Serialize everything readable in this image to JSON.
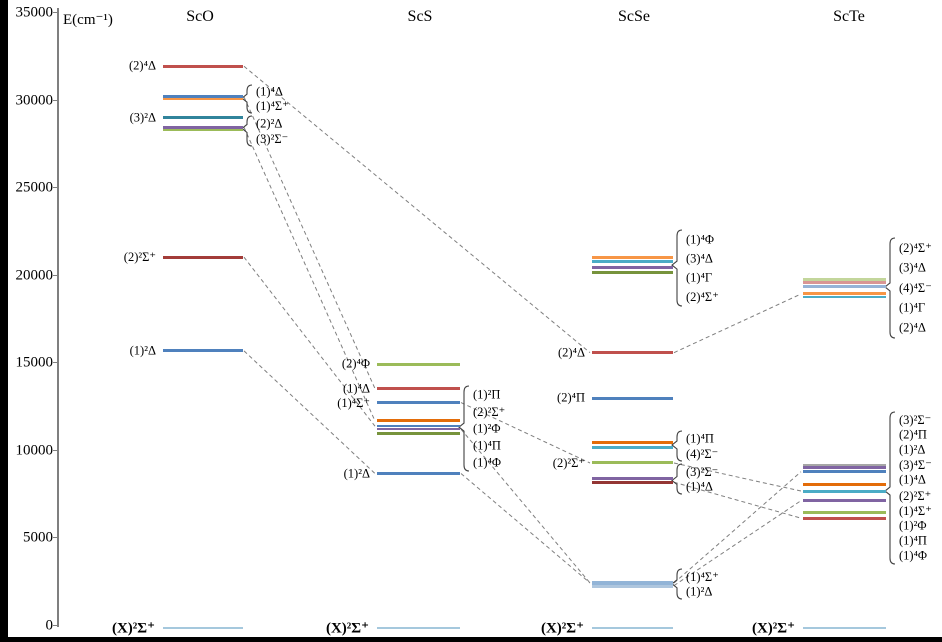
{
  "axis": {
    "ylabel": "E(cm⁻¹)",
    "ticks": [
      35000,
      30000,
      25000,
      20000,
      15000,
      10000,
      5000,
      0
    ]
  },
  "chart_data": {
    "type": "energy-level-diagram",
    "title": "",
    "ylabel": "E(cm-1)",
    "unit": "cm-1",
    "ylim": [
      0,
      35000
    ],
    "grid": false,
    "molecules": [
      "ScO",
      "ScS",
      "ScSe",
      "ScTe"
    ],
    "colors": {
      "red": "#C0504D",
      "blue": "#4F81BD",
      "orange_light": "#F79646",
      "orange_dark": "#E36C09",
      "teal": "#4BACC6",
      "teal_dark": "#31849B",
      "purple": "#8064A2",
      "green": "#9BBB59",
      "olive": "#77933C",
      "dark_red": "#A33C39",
      "light_blue": "#95B3D7",
      "light_green": "#C3D69B",
      "pink": "#D99694",
      "gray": "#A6A6A6",
      "ground_blue": "#A5C8DD"
    },
    "columns": [
      {
        "name": "ScO",
        "x1": 163,
        "x2": 243,
        "header_x": 200,
        "levels": [
          {
            "label": "(2)⁴Δ",
            "E": 31900,
            "color": "#C0504D",
            "side": "left"
          },
          {
            "label": "(1)⁴Δ",
            "E": 30150,
            "color": "#4F81BD",
            "side": "bracket"
          },
          {
            "label": "(1)⁴Σ⁺",
            "E": 30020,
            "color": "#F79646",
            "side": "bracket",
            "h": 2
          },
          {
            "label": "(3)²Δ",
            "E": 28950,
            "color": "#31849B",
            "side": "left"
          },
          {
            "label": "(2)²Δ",
            "E": 28420,
            "color": "#8064A2",
            "side": "bracket"
          },
          {
            "label": "(3)²Σ⁻",
            "E": 28270,
            "color": "#9BBB59",
            "side": "bracket",
            "h": 2
          },
          {
            "label": "(2)²Σ⁺",
            "E": 21000,
            "color": "#A33C39",
            "side": "left"
          },
          {
            "label": "(1)²Δ",
            "E": 15650,
            "color": "#4F81BD",
            "side": "left"
          }
        ],
        "brackets": [
          {
            "labels": [
              "(1)⁴Δ",
              "(1)⁴Σ⁺"
            ],
            "anchor_E": 30080,
            "y_top": 85,
            "line_h": 14
          },
          {
            "labels": [
              "(2)²Δ",
              "(3)²Σ⁻"
            ],
            "anchor_E": 28350,
            "y_top": 116,
            "line_h": 15
          }
        ],
        "ground": {
          "label": "(X)²Σ⁺",
          "E": 0,
          "color": "#A5C8DD"
        }
      },
      {
        "name": "ScS",
        "x1": 377,
        "x2": 460,
        "header_x": 420,
        "levels": [
          {
            "label": "(2)⁴Φ",
            "E": 14900,
            "color": "#9BBB59",
            "side": "left"
          },
          {
            "label": "(1)⁴Δ",
            "E": 13500,
            "color": "#C0504D",
            "side": "left"
          },
          {
            "label": "(1)⁴Σ⁺",
            "E": 12700,
            "color": "#4F81BD",
            "side": "left"
          },
          {
            "label": "",
            "E": 11650,
            "color": "#E36C09",
            "side": "bracket"
          },
          {
            "label": "",
            "E": 11350,
            "color": "#4F81BD",
            "side": "bracket",
            "h": 2
          },
          {
            "label": "",
            "E": 11180,
            "color": "#8064A2",
            "side": "bracket",
            "h": 2
          },
          {
            "label": "",
            "E": 10950,
            "color": "#77933C",
            "side": "bracket"
          },
          {
            "label": "(1)²Δ",
            "E": 8650,
            "color": "#4F81BD",
            "side": "left"
          }
        ],
        "brackets": [
          {
            "labels": [
              "(1)²Π",
              "(2)²Σ⁺",
              "(1)²Φ",
              "(1)⁴Π",
              "(1)⁴Φ"
            ],
            "anchor_E": 11300,
            "y_top": 386,
            "line_h": 17
          }
        ],
        "ground": {
          "label": "(X)²Σ⁺",
          "E": 0,
          "color": "#A5C8DD"
        }
      },
      {
        "name": "ScSe",
        "x1": 592,
        "x2": 673,
        "header_x": 634,
        "levels": [
          {
            "label": "",
            "E": 21000,
            "color": "#F79646",
            "side": "bracket"
          },
          {
            "label": "",
            "E": 20750,
            "color": "#4BACC6",
            "side": "bracket"
          },
          {
            "label": "",
            "E": 20400,
            "color": "#8064A2",
            "side": "bracket"
          },
          {
            "label": "",
            "E": 20150,
            "color": "#77933C",
            "side": "bracket"
          },
          {
            "label": "(2)⁴Δ",
            "E": 15550,
            "color": "#C0504D",
            "side": "left"
          },
          {
            "label": "(2)⁴Π",
            "E": 12950,
            "color": "#4F81BD",
            "side": "left"
          },
          {
            "label": "",
            "E": 10400,
            "color": "#E36C09",
            "side": "bracket"
          },
          {
            "label": "",
            "E": 10150,
            "color": "#4BACC6",
            "side": "bracket"
          },
          {
            "label": "(2)²Σ⁺",
            "E": 9250,
            "color": "#9BBB59",
            "side": "left"
          },
          {
            "label": "",
            "E": 8350,
            "color": "#8064A2",
            "side": "bracket"
          },
          {
            "label": "",
            "E": 8150,
            "color": "#943634",
            "side": "bracket"
          },
          {
            "label": "",
            "E": 2400,
            "color": "#92B4D7",
            "side": "bracket",
            "h": 4
          },
          {
            "label": "",
            "E": 2200,
            "color": "#AEC6DE",
            "side": "bracket"
          }
        ],
        "brackets": [
          {
            "labels": [
              "(1)⁴Φ",
              "(3)⁴Δ",
              "(1)⁴Γ",
              "(2)⁴Σ⁺"
            ],
            "anchor_E": 20550,
            "y_top": 230,
            "line_h": 19
          },
          {
            "labels": [
              "(1)⁴Π",
              "(4)²Σ⁻"
            ],
            "anchor_E": 10280,
            "y_top": 431,
            "line_h": 15
          },
          {
            "labels": [
              "(3)²Σ⁻",
              "(1)⁴Δ"
            ],
            "anchor_E": 8250,
            "y_top": 464,
            "line_h": 15
          },
          {
            "labels": [
              "(1)⁴Σ⁺",
              "(1)²Δ"
            ],
            "anchor_E": 2350,
            "y_top": 569,
            "line_h": 15
          }
        ],
        "ground": {
          "label": "(X)²Σ⁺",
          "E": 0,
          "color": "#A5C8DD"
        }
      },
      {
        "name": "ScTe",
        "x1": 803,
        "x2": 886,
        "header_x": 849,
        "levels": [
          {
            "label": "",
            "E": 19750,
            "color": "#C3D69B",
            "side": "bracket"
          },
          {
            "label": "",
            "E": 19550,
            "color": "#D99694",
            "side": "bracket"
          },
          {
            "label": "",
            "E": 19350,
            "color": "#95B3D7",
            "side": "bracket"
          },
          {
            "label": "",
            "E": 18900,
            "color": "#F79646",
            "side": "bracket"
          },
          {
            "label": "",
            "E": 18720,
            "color": "#4BACC6",
            "side": "bracket",
            "h": 2
          },
          {
            "label": "",
            "E": 9150,
            "color": "#A6A6A6",
            "side": "bracket",
            "h": 2
          },
          {
            "label": "",
            "E": 9000,
            "color": "#8064A2",
            "side": "bracket"
          },
          {
            "label": "",
            "E": 8750,
            "color": "#4F81BD",
            "side": "bracket"
          },
          {
            "label": "",
            "E": 8050,
            "color": "#E36C09",
            "side": "bracket"
          },
          {
            "label": "",
            "E": 7650,
            "color": "#4BACC6",
            "side": "bracket"
          },
          {
            "label": "",
            "E": 7100,
            "color": "#8064A2",
            "side": "bracket"
          },
          {
            "label": "",
            "E": 6450,
            "color": "#9BBB59",
            "side": "bracket"
          },
          {
            "label": "",
            "E": 6100,
            "color": "#C0504D",
            "side": "bracket"
          }
        ],
        "brackets": [
          {
            "labels": [
              "(2)⁴Σ⁺",
              "(3)⁴Δ",
              "(4)⁴Σ⁻",
              "(1)⁴Γ",
              "(2)⁴Δ"
            ],
            "anchor_E": 19300,
            "y_top": 238,
            "line_h": 20
          },
          {
            "labels": [
              "(3)²Σ⁻",
              "(2)⁴Π",
              "(1)²Δ",
              "(3)⁴Σ⁻",
              "(1)⁴Δ",
              "(2)²Σ⁺",
              "(1)⁴Σ⁺",
              "(1)²Φ",
              "(1)⁴Π",
              "(1)⁴Φ"
            ],
            "anchor_E": 7650,
            "y_top": 412,
            "line_h": 15.2
          }
        ],
        "ground": {
          "label": "(X)²Σ⁺",
          "E": 0,
          "color": "#A5C8DD"
        }
      }
    ],
    "connectors": [
      [
        0,
        31900,
        2,
        15550
      ],
      [
        0,
        30150,
        1,
        13500
      ],
      [
        0,
        28420,
        1,
        11650
      ],
      [
        0,
        21000,
        1,
        11350
      ],
      [
        0,
        15650,
        1,
        8650
      ],
      [
        1,
        12700,
        2,
        9250
      ],
      [
        1,
        11180,
        2,
        2400
      ],
      [
        1,
        8650,
        2,
        2400
      ],
      [
        2,
        15550,
        3,
        18900
      ],
      [
        2,
        9250,
        3,
        7650
      ],
      [
        2,
        8150,
        3,
        6100
      ],
      [
        2,
        2400,
        3,
        8750
      ],
      [
        2,
        2250,
        3,
        7100
      ]
    ]
  }
}
